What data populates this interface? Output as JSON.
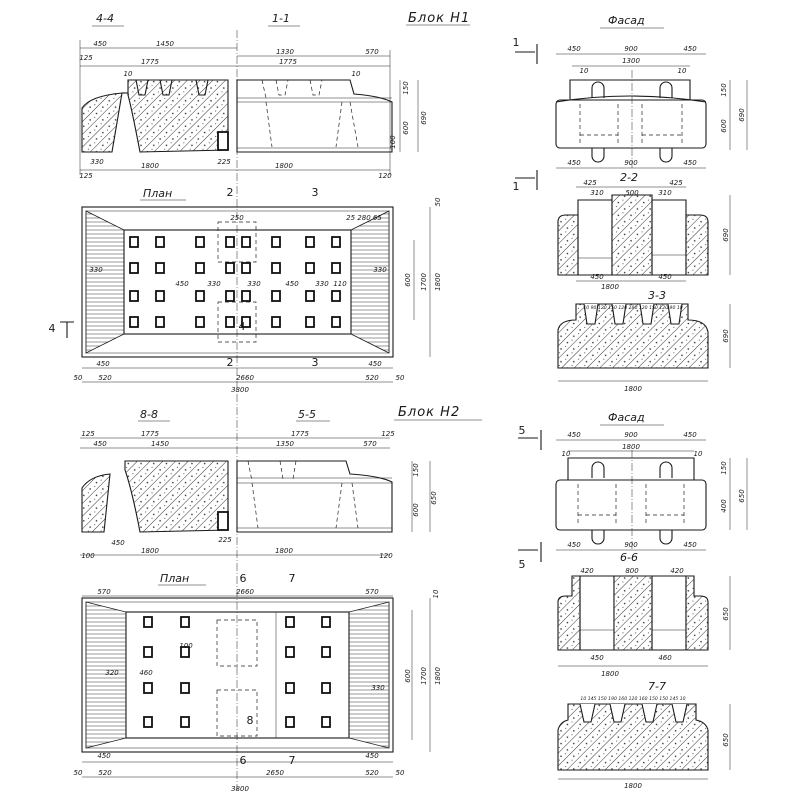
{
  "block_h1": {
    "title": "Блок Н1",
    "elevation": {
      "section_left": "4-4",
      "section_right": "1-1",
      "dims": [
        "450",
        "1450",
        "1330",
        "570",
        "1775",
        "1775",
        "125",
        "10",
        "10",
        "330",
        "225",
        "1800",
        "1800",
        "125",
        "120",
        "600",
        "690",
        "150",
        "100"
      ]
    },
    "facade": {
      "title": "Фасад",
      "section_marks": [
        "1",
        "1"
      ],
      "dims": [
        "450",
        "900",
        "450",
        "1300",
        "10",
        "10",
        "150",
        "600",
        "690",
        "450",
        "900",
        "450"
      ]
    },
    "section_2_2": {
      "label": "2-2",
      "dims": [
        "425",
        "500",
        "425",
        "310",
        "310",
        "690",
        "450",
        "1800",
        "450"
      ]
    },
    "section_3_3": {
      "label": "3-3",
      "dims": [
        "10 90 120 150 120 180 120 150 120 90 10",
        "690",
        "1800"
      ]
    },
    "plan": {
      "title": "План",
      "section_marks": [
        "2",
        "3",
        "2",
        "3",
        "4",
        "4"
      ],
      "dims": [
        "250",
        "25 280 65",
        "330",
        "450",
        "330",
        "330",
        "450",
        "330",
        "110",
        "330",
        "600",
        "1700",
        "1800",
        "50",
        "450",
        "450",
        "50",
        "520",
        "2660",
        "520",
        "50",
        "3800"
      ]
    }
  },
  "block_h2": {
    "title": "Блок Н2",
    "elevation": {
      "section_left": "8-8",
      "section_right": "5-5",
      "dims": [
        "125",
        "1775",
        "1775",
        "125",
        "450",
        "1450",
        "1350",
        "570",
        "450",
        "225",
        "100",
        "1800",
        "1800",
        "120",
        "600",
        "650",
        "150"
      ]
    },
    "facade": {
      "title": "Фасад",
      "section_marks": [
        "5",
        "5"
      ],
      "dims": [
        "450",
        "900",
        "450",
        "1800",
        "10",
        "10",
        "150",
        "400",
        "650",
        "450",
        "900",
        "450"
      ]
    },
    "section_6_6": {
      "label": "6-6",
      "dims": [
        "420",
        "800",
        "420",
        "650",
        "450",
        "1800",
        "460"
      ]
    },
    "section_7_7": {
      "label": "7-7",
      "dims": [
        "10 145 150 190 160 120 160 150 150 145 10",
        "650",
        "1800"
      ]
    },
    "plan": {
      "title": "План",
      "section_marks": [
        "6",
        "7",
        "6",
        "7",
        "8"
      ],
      "dims": [
        "570",
        "2660",
        "570",
        "10",
        "1700",
        "1800",
        "600",
        "330",
        "100",
        "320",
        "460",
        "450",
        "450",
        "50",
        "520",
        "2650",
        "520",
        "50",
        "3800"
      ]
    }
  }
}
